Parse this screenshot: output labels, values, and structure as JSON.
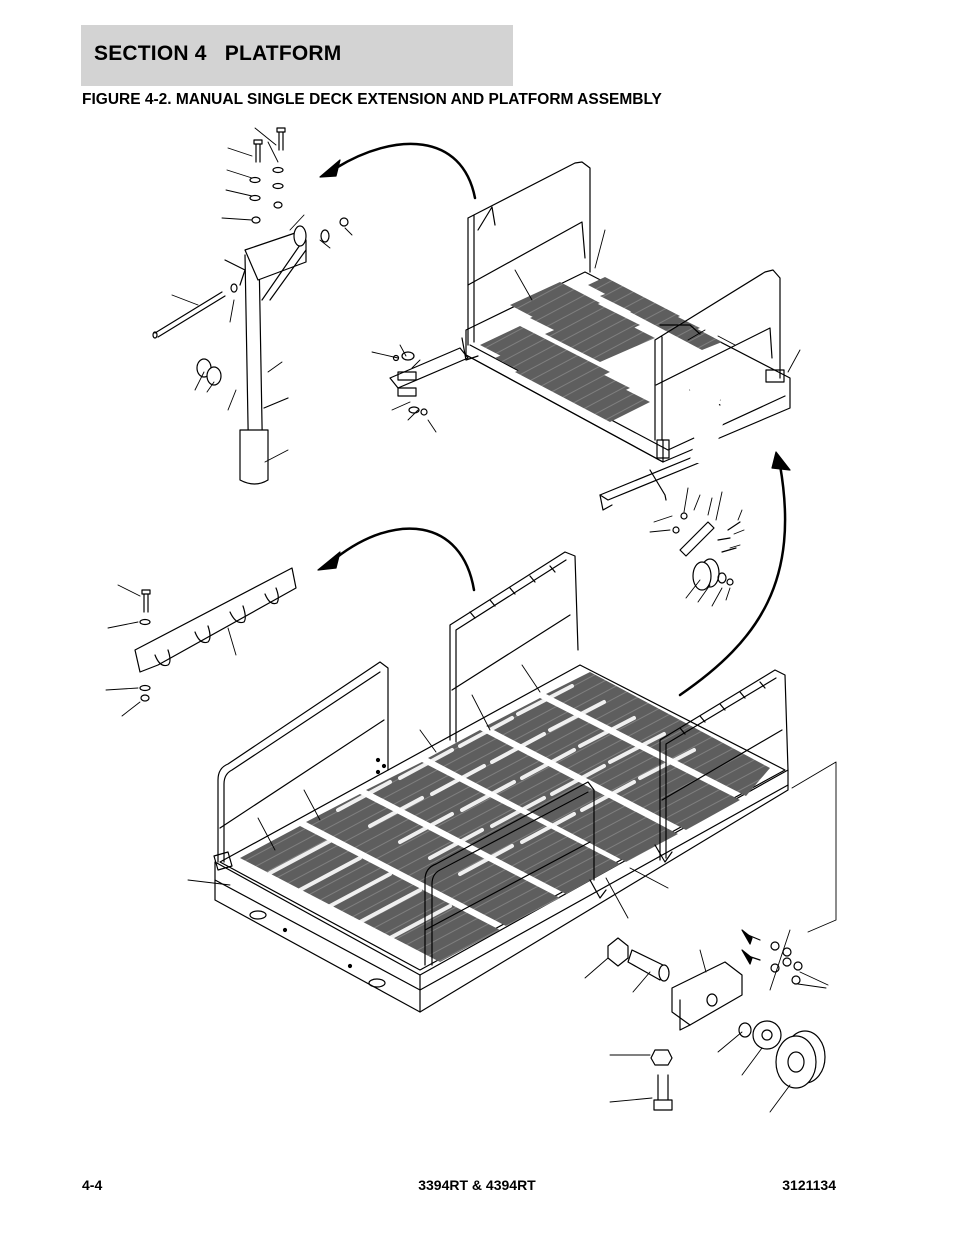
{
  "header": {
    "section_title": "SECTION 4   PLATFORM",
    "banner_color": "#d3d3d3"
  },
  "figure": {
    "title": "FIGURE 4-2. MANUAL SINGLE DECK EXTENSION AND PLATFORM ASSEMBLY",
    "icon": "exploded-parts-drawing"
  },
  "footer": {
    "page_number": "4-4",
    "model": "3394RT & 4394RT",
    "doc_number": "3121134"
  }
}
